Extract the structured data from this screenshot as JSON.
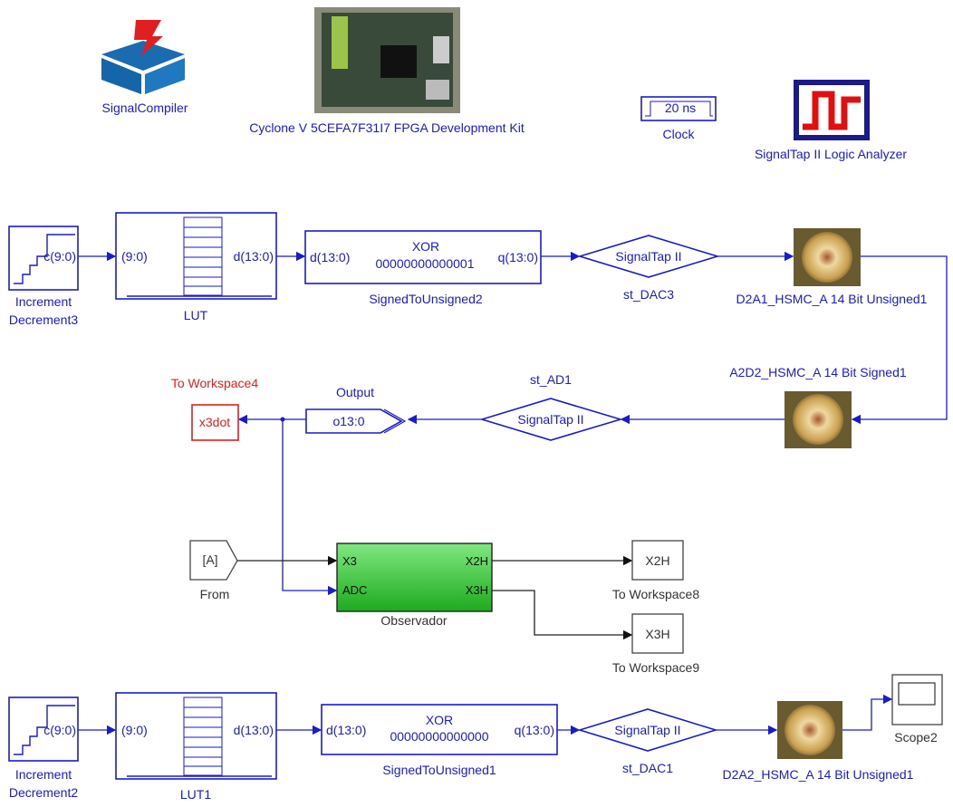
{
  "colors": {
    "block_blue": "#1a1ad0",
    "workspace_red": "#e02020",
    "observer_green": "#2fbf2f"
  },
  "header": {
    "signal_compiler": {
      "label": "SignalCompiler",
      "icon": "signal-compiler-icon"
    },
    "board": {
      "label": "Cyclone V 5CEFA7F31I7 FPGA Development Kit",
      "icon": "fpga-board-image"
    },
    "clock": {
      "value": "20 ns",
      "label": "Clock"
    },
    "signaltap": {
      "label": "SignalTap II Logic Analyzer",
      "icon": "signaltap-logo-icon"
    }
  },
  "row1": {
    "counter": {
      "port": "c(9:0)",
      "label1": "Increment",
      "label2": "Decrement3"
    },
    "lut": {
      "in": "(9:0)",
      "out": "d(13:0)",
      "label": "LUT"
    },
    "xor": {
      "title": "XOR",
      "in": "d(13:0)",
      "const": "00000000000001",
      "out": "q(13:0)",
      "label": "SignedToUnsigned2"
    },
    "tap": {
      "text": "SignalTap II",
      "label": "st_DAC3"
    },
    "dac": {
      "label": "D2A1_HSMC_A 14 Bit Unsigned1"
    }
  },
  "row2": {
    "adc": {
      "label": "A2D2_HSMC_A 14 Bit Signed1"
    },
    "tap": {
      "text": "SignalTap II",
      "label": "st_AD1"
    },
    "output": {
      "text": "o13:0",
      "label": "Output"
    },
    "workspace": {
      "text": "x3dot",
      "label": "To Workspace4"
    },
    "from": {
      "text": "[A]",
      "label": "From"
    },
    "observer": {
      "in1": "X3",
      "in2": "ADC",
      "out1": "X2H",
      "out2": "X3H",
      "label": "Observador"
    },
    "ws8": {
      "text": "X2H",
      "label": "To Workspace8"
    },
    "ws9": {
      "text": "X3H",
      "label": "To Workspace9"
    }
  },
  "row3": {
    "counter": {
      "port": "c(9:0)",
      "label1": "Increment",
      "label2": "Decrement2"
    },
    "lut": {
      "in": "(9:0)",
      "out": "d(13:0)",
      "label": "LUT1"
    },
    "xor": {
      "title": "XOR",
      "in": "d(13:0)",
      "const": "00000000000000",
      "out": "q(13:0)",
      "label": "SignedToUnsigned1"
    },
    "tap": {
      "text": "SignalTap II",
      "label": "st_DAC1"
    },
    "dac": {
      "label": "D2A2_HSMC_A 14 Bit Unsigned1"
    },
    "scope": {
      "label": "Scope2"
    }
  }
}
